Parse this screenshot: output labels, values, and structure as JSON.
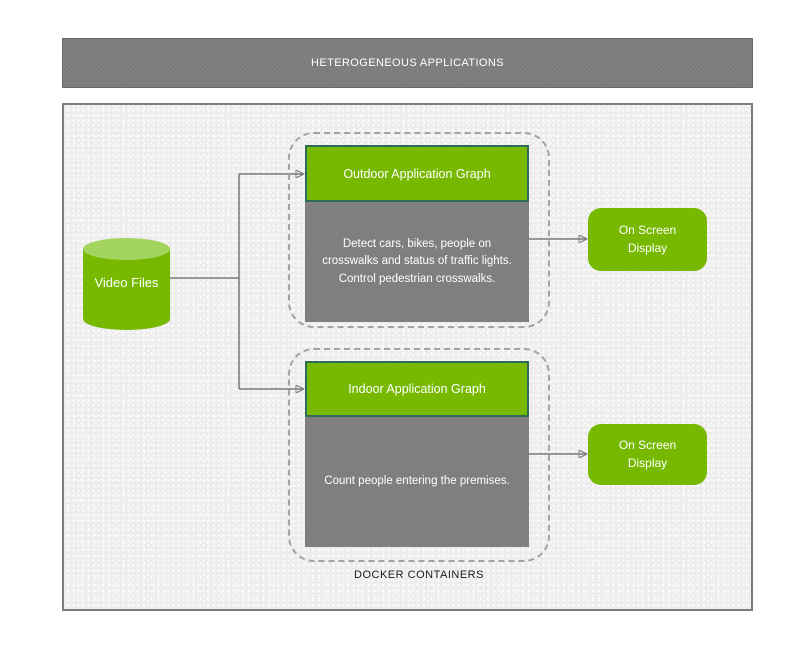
{
  "banner": {
    "title": "HETEROGENEOUS APPLICATIONS"
  },
  "source": {
    "label": "Video Files"
  },
  "docker": {
    "caption": "DOCKER CONTAINERS",
    "outdoor": {
      "title": "Outdoor Application Graph",
      "description_lines": [
        "Detect cars, bikes, people on",
        "crosswalks and status of traffic lights.",
        "Control pedestrian crosswalks."
      ]
    },
    "indoor": {
      "title": "Indoor Application Graph",
      "description_lines": [
        "Count people entering the premises."
      ]
    }
  },
  "outputs": {
    "top": {
      "label_lines": [
        "On Screen",
        "Display"
      ]
    },
    "bottom": {
      "label_lines": [
        "On Screen",
        "Display"
      ]
    }
  },
  "colors": {
    "accent_green": "#76b900",
    "cylinder_top_green": "#a2d45e",
    "header_border_teal": "#2e6b58",
    "panel_gray": "#7f7f7f",
    "banner_gray": "#7e7e7e",
    "connector_gray": "#7a7a7a",
    "canvas_bg": "#ededed"
  }
}
